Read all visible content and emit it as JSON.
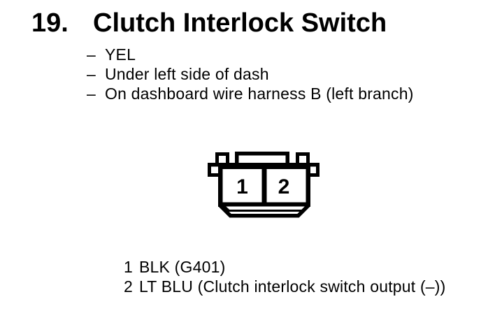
{
  "document": {
    "section_number": "19.",
    "section_title": "Clutch Interlock Switch",
    "bullet_dash": "–",
    "bullets": [
      "YEL",
      "Under left side of dash",
      "On dashboard wire harness B (left branch)"
    ]
  },
  "connector": {
    "description": "2-cavity connector, terminal-side view",
    "cavity_labels": [
      "1",
      "2"
    ]
  },
  "legend": {
    "rows": [
      {
        "pin": "1",
        "label": "BLK (G401)"
      },
      {
        "pin": "2",
        "label": "LT BLU (Clutch interlock switch output (–))"
      }
    ]
  },
  "colors": {
    "ink": "#000000",
    "paper": "#ffffff"
  }
}
